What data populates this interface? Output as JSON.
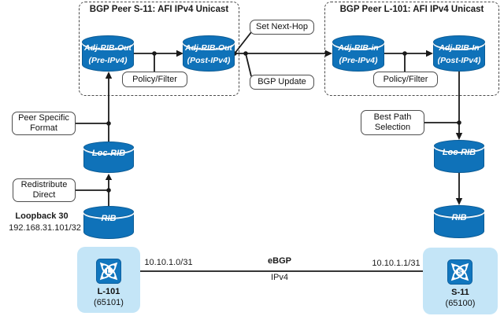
{
  "diagram": {
    "peer_groups": [
      {
        "title": "BGP Peer S-11: AFI IPv4 Unicast"
      },
      {
        "title": "BGP Peer L-101: AFI IPv4 Unicast"
      }
    ],
    "cylinders": {
      "adj_rib_out_pre": {
        "name": "Adj-RIB-Out",
        "stage": "(Pre-IPv4)"
      },
      "adj_rib_out_post": {
        "name": "Adj-RIB-Out",
        "stage": "(Post-IPv4)"
      },
      "adj_rib_in_pre": {
        "name": "Adj-RIB-in",
        "stage": "(Pre-IPv4)"
      },
      "adj_rib_in_post": {
        "name": "Adj-RIB-In",
        "stage": "(Post-IPv4)"
      },
      "loc_rib_s11": "Loc-RIB",
      "rib_s11": "RIB",
      "loc_rib_l101": "Loc-RIB",
      "rib_l101": "RIB"
    },
    "process_steps": {
      "policy_filter_s11": "Policy/Filter",
      "policy_filter_l101": "Policy/Filter",
      "set_next_hop": "Set Next-Hop",
      "bgp_update": "BGP Update",
      "peer_specific_format": "Peer Specific Format",
      "redistribute_direct": "Redistribute Direct",
      "best_path_selection": "Best Path Selection"
    },
    "source_route": {
      "interface": "Loopback 30",
      "prefix": "192.168.31.101/32"
    },
    "link": {
      "left_ip": "10.10.1.0/31",
      "right_ip": "10.10.1.1/31",
      "protocol": "eBGP",
      "afi": "IPv4"
    },
    "devices": [
      {
        "letter": "L",
        "name": "L-101",
        "asn": "(65101)"
      },
      {
        "letter": "S",
        "name": "S-11",
        "asn": "(65100)"
      }
    ],
    "colors": {
      "cylinder_fill": "#0f72b9",
      "cylinder_border": "#0a5a94",
      "device_icon_fill": "#1176be",
      "device_container_fill": "#c4e5f7",
      "connector": "#1a1a1a"
    }
  }
}
